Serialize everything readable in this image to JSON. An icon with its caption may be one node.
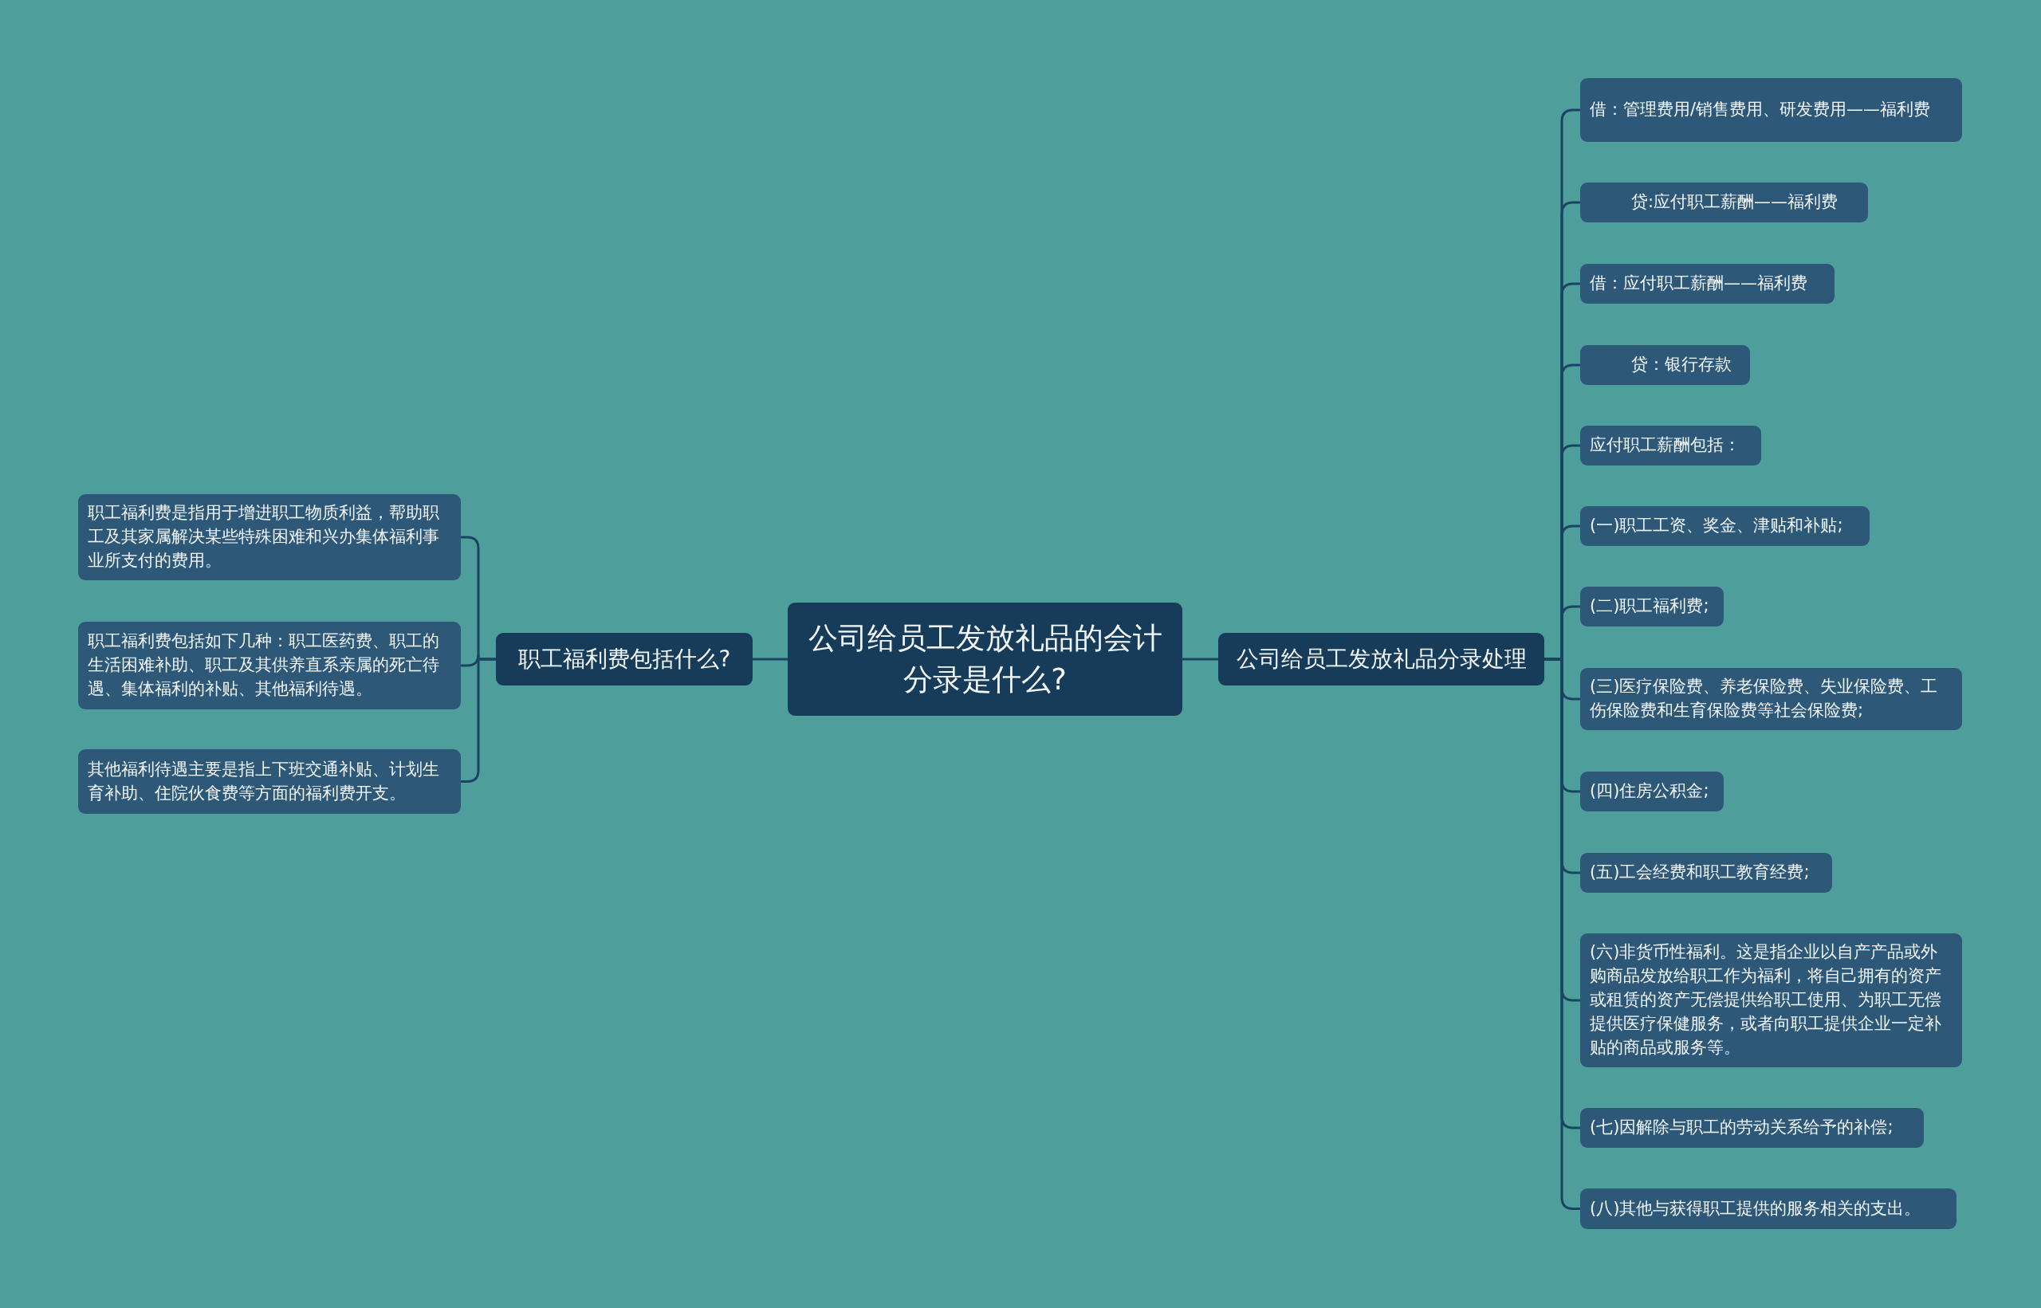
{
  "diagram": {
    "nodes": [
      {
        "text": [
          "公司给员工发放礼品的会计分录是什么?"
        ]
      },
      {
        "text": [
          "职工福利费包括什么?"
        ]
      },
      {
        "text": [
          "职工福利费是指用于增进职工物质利益，帮助职工及其家属解决某些特殊困难和兴办集体福利事业所支付的费用。"
        ]
      },
      {
        "text": [
          "职工福利费包括如下几种：职工医药费、职工的生活困难补助、职工及其供养直系亲属的死亡待遇、集体福利的补贴、其他福利待遇。"
        ]
      },
      {
        "text": [
          "其他福利待遇主要是指上下班交通补贴、计划生育补助、住院伙食费等方面的福利费开支。"
        ]
      },
      {
        "text": [
          "公司给员工发放礼品分录处理"
        ]
      },
      {
        "text": [
          "借：管理费用/销售费用、研发费用——福利费"
        ]
      },
      {
        "text": [
          "贷:应付职工薪酬——福利费"
        ]
      },
      {
        "text": [
          "借：应付职工薪酬——福利费"
        ]
      },
      {
        "text": [
          "贷：银行存款"
        ]
      },
      {
        "text": [
          "应付职工薪酬包括："
        ]
      },
      {
        "text": [
          "(一)职工工资、奖金、津贴和补贴;"
        ]
      },
      {
        "text": [
          "(二)职工福利费;"
        ]
      },
      {
        "text": [
          "(三)医疗保险费、养老保险费、失业保险费、工伤保险费和生育保险费等社会保险费;"
        ]
      },
      {
        "text": [
          "(四)住房公积金;"
        ]
      },
      {
        "text": [
          "(五)工会经费和职工教育经费;"
        ]
      },
      {
        "text": [
          "(六)非货币性福利。这是指企业以自产产品或外购商品发放给职工作为福利，将自己拥有的资产或租赁的资产无偿提供给职工使用、为职工无偿提供医疗保健服务，或者向职工提供企业一定补贴的商品或服务等。"
        ]
      },
      {
        "text": [
          "(七)因解除与职工的劳动关系给予的补偿;"
        ]
      },
      {
        "text": [
          "(八)其他与获得职工提供的服务相关的支出。"
        ]
      }
    ],
    "edges": [
      {
        "from": 0,
        "to": 1,
        "arrow": "none"
      },
      {
        "from": 1,
        "to": 2,
        "arrow": "none"
      },
      {
        "from": 1,
        "to": 3,
        "arrow": "none"
      },
      {
        "from": 1,
        "to": 4,
        "arrow": "none"
      },
      {
        "from": 0,
        "to": 5,
        "arrow": "none"
      },
      {
        "from": 5,
        "to": 6,
        "arrow": "none"
      },
      {
        "from": 5,
        "to": 7,
        "arrow": "none"
      },
      {
        "from": 5,
        "to": 8,
        "arrow": "none"
      },
      {
        "from": 5,
        "to": 9,
        "arrow": "none"
      },
      {
        "from": 5,
        "to": 10,
        "arrow": "none"
      },
      {
        "from": 5,
        "to": 11,
        "arrow": "none"
      },
      {
        "from": 5,
        "to": 12,
        "arrow": "none"
      },
      {
        "from": 5,
        "to": 13,
        "arrow": "none"
      },
      {
        "from": 5,
        "to": 14,
        "arrow": "none"
      },
      {
        "from": 5,
        "to": 15,
        "arrow": "none"
      },
      {
        "from": 5,
        "to": 16,
        "arrow": "none"
      },
      {
        "from": 5,
        "to": 17,
        "arrow": "none"
      },
      {
        "from": 5,
        "to": 18,
        "arrow": "none"
      }
    ]
  }
}
